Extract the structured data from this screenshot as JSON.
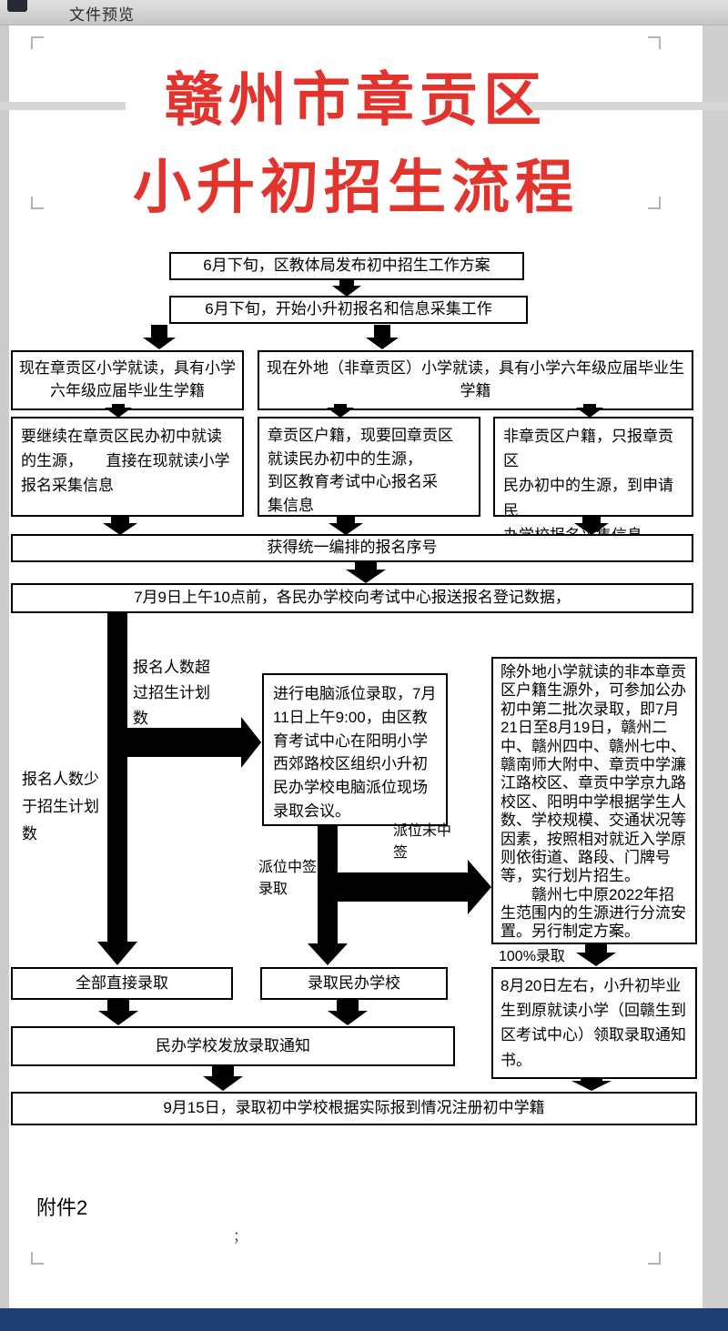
{
  "chrome": {
    "titlebar_label": "文件预览"
  },
  "colors": {
    "title_red": "#e2332d",
    "footer_bar": "#1f3f72"
  },
  "title": {
    "line1": "赣州市章贡区",
    "line2": "小升初招生流程"
  },
  "flow": {
    "step_plan": "6月下旬，区教体局发布初中招生工作方案",
    "step_signup": "6月下旬，开始小升初报名和信息采集工作",
    "local_branch": "现在章贡区小学就读，具有小学六年级应届毕业生学籍",
    "nonlocal_branch": "现在外地（非章贡区）小学就读，具有小学六年级应届毕业生学籍",
    "path_stay": "要继续在章贡区民办初中就读的生源，　　直接在现就读小学报名采集信息",
    "path_return": "章贡区户籍，现要回章贡区\n就读民办初中的生源，\n到区教育考试中心报名采\n集信息",
    "path_apply": "非章贡区户籍，只报章贡区\n民办初中的生源，到申请民\n办学校报名采集信息",
    "serial_number": "获得统一编排的报名序号",
    "report_data": "7月9日上午10点前，各民办学校向考试中心报送报名登记数据，",
    "label_over_quota": "报名人数超过招生计划数",
    "label_under_quota": "报名人数少于招生计划数",
    "lottery": "进行电脑派位录取，7月11日上午9:00，由区教育考试中心在阳明小学西郊路校区组织小升初民办学校电脑派位现场录取会议。",
    "public_admission": "除外地小学就读的非本章贡区户籍生源外，可参加公办初中第二批次录取，即7月21日至8月19日，赣州二中、赣州四中、赣州七中、赣南师大附中、章贡中学濂江路校区、章贡中学京九路校区、阳明中学根据学生人数、学校规模、交通状况等因素，按照相对就近入学原则依街道、路段、门牌号等，实行划片招生。\n　　赣州七中原2022年招生范围内的生源进行分流安置。另行制定方案。",
    "label_lottery_win": "派位中签录取",
    "label_lottery_lose": "派位未中签",
    "direct_admission": "全部直接录取",
    "private_admission": "录取民办学校",
    "send_notice": "民办学校发放录取通知",
    "label_full_admission": "100%录取",
    "get_notice": "8月20日左右，小升初毕业生到原就读小学（回赣生到区考试中心）领取录取通知书。",
    "register": "9月15日，录取初中学校根据实际报到情况注册初中学籍"
  },
  "footer": {
    "attachment": "附件2",
    "mark": "；"
  }
}
